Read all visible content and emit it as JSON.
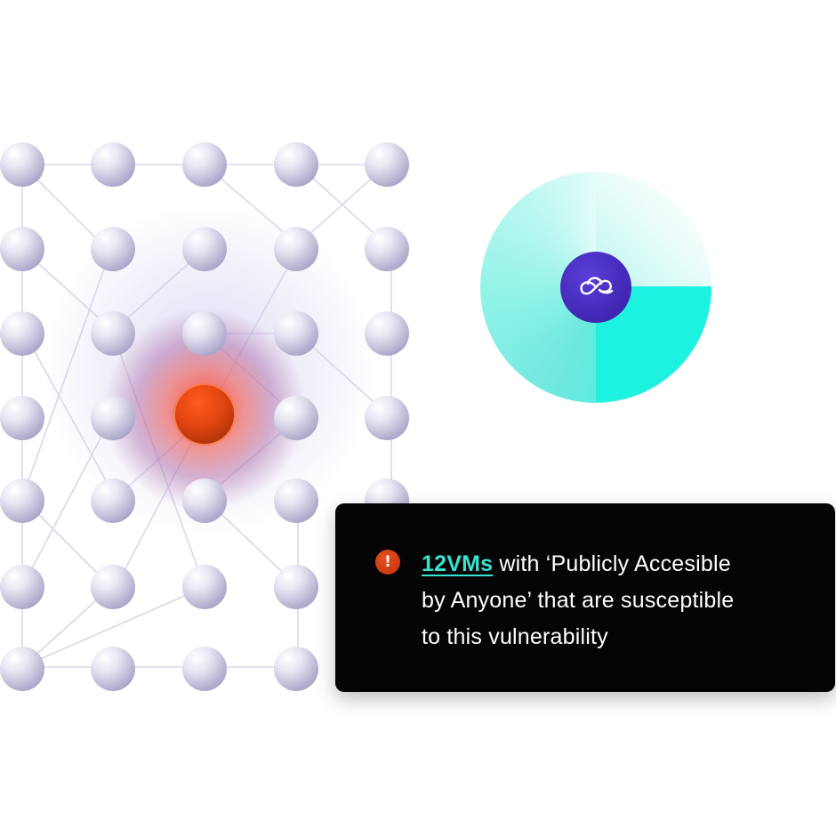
{
  "alert": {
    "icon": "exclamation-icon",
    "icon_glyph": "!",
    "link_text": "12VMs",
    "line1_rest": " with ‘Publicly Accesible",
    "line2": "by Anyone’ that are susceptible",
    "line3": "to this vulnerability"
  },
  "center_icon": "cloud-infinity-icon",
  "colors": {
    "accent_teal": "#37e3d1",
    "alert_red": "#d8421a",
    "card_bg": "#050505",
    "center_purple": "#4529b8"
  }
}
